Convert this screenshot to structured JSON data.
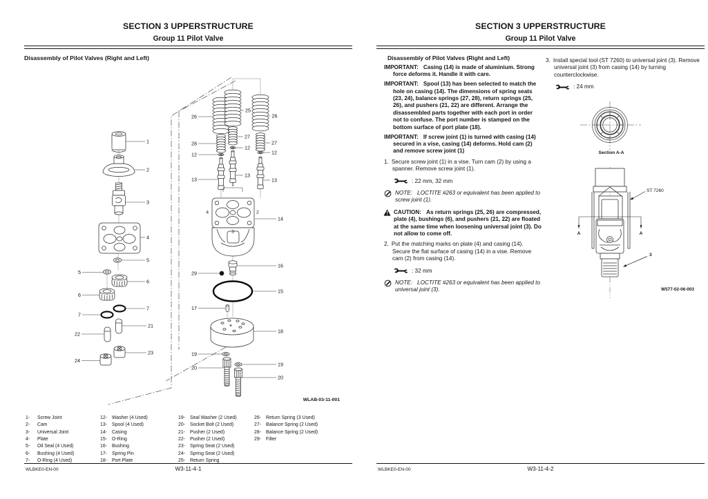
{
  "page_left": {
    "section_title": "SECTION 3 UPPERSTRUCTURE",
    "group_title": "Group 11 Pilot Valve",
    "heading": "Disassembly of Pilot Valves (Right and Left)",
    "figure_id": "WLAB-03-11-001",
    "doc_code": "WLBKE0-EN-00",
    "page_number": "W3-11-4-1",
    "diagram": {
      "labels": {
        "n1": "1",
        "n2": "2",
        "n3": "3",
        "n4": "4",
        "n5": "5",
        "n6": "6",
        "n7": "7",
        "n12": "12",
        "n13": "13",
        "n14": "14",
        "n15": "15",
        "n16": "16",
        "n17": "17",
        "n18": "18",
        "n19": "19",
        "n20": "20",
        "n21": "21",
        "n22": "22",
        "n23": "23",
        "n24": "24",
        "n25": "25",
        "n26": "26",
        "n27": "27",
        "n28": "28",
        "n29": "29"
      },
      "ports": {
        "p1": "1",
        "p2": "2",
        "p3": "3",
        "p4": "4"
      }
    },
    "parts": {
      "c1": [
        {
          "num": "1-",
          "name": "Screw Joint"
        },
        {
          "num": "2-",
          "name": "Cam"
        },
        {
          "num": "3-",
          "name": "Universal Joint"
        },
        {
          "num": "4-",
          "name": "Plate"
        },
        {
          "num": "5-",
          "name": "Oil Seal (4 Used)"
        },
        {
          "num": "6-",
          "name": "Bushing (4 Used)"
        },
        {
          "num": "7-",
          "name": "O-Ring (4 Used)"
        }
      ],
      "c2": [
        {
          "num": "12-",
          "name": "Washer (4 Used)"
        },
        {
          "num": "13-",
          "name": "Spool (4 Used)"
        },
        {
          "num": "14-",
          "name": "Casing"
        },
        {
          "num": "15-",
          "name": "O-Ring"
        },
        {
          "num": "16-",
          "name": "Bushing"
        },
        {
          "num": "17-",
          "name": "Spring Pin"
        },
        {
          "num": "18-",
          "name": "Port Plate"
        }
      ],
      "c3": [
        {
          "num": "19-",
          "name": "Seal Washer (2 Used)"
        },
        {
          "num": "20-",
          "name": "Socket Bolt (2 Used)"
        },
        {
          "num": "21-",
          "name": "Pusher (2 Used)"
        },
        {
          "num": "22-",
          "name": "Pusher (2 Used)"
        },
        {
          "num": "23-",
          "name": "Spring Seat (2 Used)"
        },
        {
          "num": "24-",
          "name": "Spring Seat (2 Used)"
        },
        {
          "num": "25-",
          "name": "Return Spring"
        }
      ],
      "c4": [
        {
          "num": "26-",
          "name": "Return Spring (3 Used)"
        },
        {
          "num": "27-",
          "name": "Balance Spring (2 Used)"
        },
        {
          "num": "28-",
          "name": "Balance Spring (2 Used)"
        },
        {
          "num": "29-",
          "name": "Filter"
        }
      ]
    }
  },
  "page_right": {
    "section_title": "SECTION 3 UPPERSTRUCTURE",
    "group_title": "Group 11 Pilot Valve",
    "heading": "Disassembly of Pilot Valves (Right and Left)",
    "important1_label": "IMPORTANT:",
    "important1_text": "Casing (14) is made of aluminium. Strong force deforms it. Handle it with care.",
    "important2_label": "IMPORTANT:",
    "important2_text": "Spool (13) has been selected to match the hole on casing (14). The dimensions of spring seats (23, 24), balance springs (27, 28), return springs (25, 26), and pushers (21, 22) are different. Arrange the disassembled parts together with each port in order not to confuse. The port number is stamped on the bottom surface of port plate (18).",
    "important3_label": "IMPORTANT:",
    "important3_text": "If screw joint (1) is turned with casing (14) secured in a vise, casing (14) deforms. Hold cam (2) and remove screw joint (1)",
    "step1_num": "1.",
    "step1_text": "Secure screw joint (1) in a vise. Turn cam (2) by using a spanner. Remove screw joint (1).",
    "wrench1_text": ": 22 mm, 32 mm",
    "note1_label": "NOTE:",
    "note1_text": "LOCTITE #263 or equivalent has been applied to screw joint (1).",
    "caution_label": "CAUTION:",
    "caution_text": "As return springs (25, 26) are compressed, plate (4), bushings (6), and pushers (21, 22) are floated at the same time when loosening universal joint (3). Do not allow to come off.",
    "step2_num": "2.",
    "step2_text": "Put the matching marks on plate (4) and casing (14). Secure the flat surface of casing (14) in a vise. Remove cam (2) from casing (14).",
    "wrench2_text": ": 32 mm",
    "note2_label": "NOTE:",
    "note2_text": "LOCTITE #263 or equivalent has been applied to universal joint (3).",
    "step3_num": "3.",
    "step3_text": "Install special tool (ST 7260) to universal joint (3). Remove universal joint (3) from casing (14) by turning counterclockwise.",
    "wrench3_text": ": 24 mm",
    "section_caption": "Section A-A",
    "tool_label": "ST 7260",
    "tool_callout_3": "3",
    "arrow_label_a": "A",
    "figure_id": "W577-02-06-003",
    "doc_code": "WLBKE0-EN-00",
    "page_number": "W3-11-4-2"
  }
}
